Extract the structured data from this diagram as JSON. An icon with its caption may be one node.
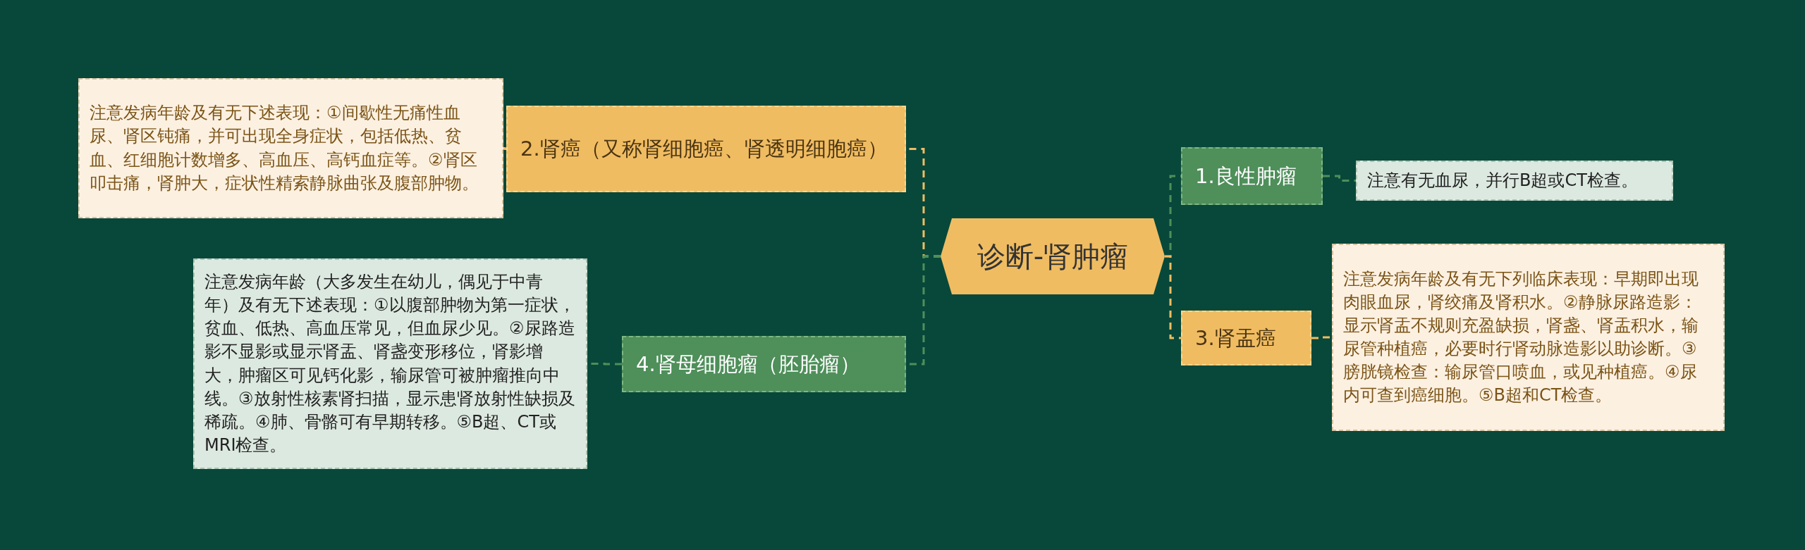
{
  "diagram": {
    "nodes": [
      {
        "text": [
          "诊断-肾肿瘤"
        ]
      },
      {
        "text": [
          "1.良性肿瘤"
        ]
      },
      {
        "text": [
          "注意有无血尿，并行B超或CT检查。"
        ]
      },
      {
        "text": [
          "2.肾癌（又称肾细胞癌、肾透明细胞癌）"
        ]
      },
      {
        "text": [
          "注意发病年龄及有无下述表现：①间歇性无痛性血尿、肾区钝痛，并可出现全身症状，包括低热、贫血、红细胞计数增多、高血压、高钙血症等。②肾区叩击痛，肾肿大，症状性精索静脉曲张及腹部肿物。"
        ]
      },
      {
        "text": [
          "3.肾盂癌"
        ]
      },
      {
        "text": [
          "注意发病年龄及有无下列临床表现：早期即出现肉眼血尿，肾绞痛及肾积水。②静脉尿路造影：显示肾盂不规则充盈缺损，肾盏、肾盂积水，输尿管种植癌，必要时行肾动脉造影以助诊断。③膀胱镜检查：输尿管口喷血，或见种植癌。④尿内可查到癌细胞。⑤B超和CT检查。"
        ]
      },
      {
        "text": [
          "4.肾母细胞瘤（胚胎瘤）"
        ]
      },
      {
        "text": [
          "注意发病年龄（大多发生在幼儿，偶见于中青年）及有无下述表现：①以腹部肿物为第一症状，贫血、低热、高血压常见，但血尿少见。②尿路造影不显影或显示肾盂、肾盏变形移位，肾影增大，肿瘤区可见钙化影，输尿管可被肿瘤推向中线。③放射性核素肾扫描，显示患肾放射性缺损及稀疏。④肺、骨骼可有早期转移。⑤B超、CT或MRI检查。"
        ]
      }
    ],
    "edges": [
      {
        "from": 0,
        "to": 1,
        "arrow": "none",
        "style": "dashed",
        "color": "#4e8f5a"
      },
      {
        "from": 1,
        "to": 2,
        "arrow": "none",
        "style": "dashed",
        "color": "#4e8f5a"
      },
      {
        "from": 0,
        "to": 3,
        "arrow": "none",
        "style": "dashed",
        "color": "#f0bc62"
      },
      {
        "from": 3,
        "to": 4,
        "arrow": "none",
        "style": "dashed",
        "color": "#f0bc62"
      },
      {
        "from": 0,
        "to": 5,
        "arrow": "none",
        "style": "dashed",
        "color": "#f0bc62"
      },
      {
        "from": 5,
        "to": 6,
        "arrow": "none",
        "style": "dashed",
        "color": "#f0bc62"
      },
      {
        "from": 0,
        "to": 7,
        "arrow": "none",
        "style": "dashed",
        "color": "#4e8f5a"
      },
      {
        "from": 7,
        "to": 8,
        "arrow": "none",
        "style": "dashed",
        "color": "#4e8f5a"
      }
    ]
  }
}
